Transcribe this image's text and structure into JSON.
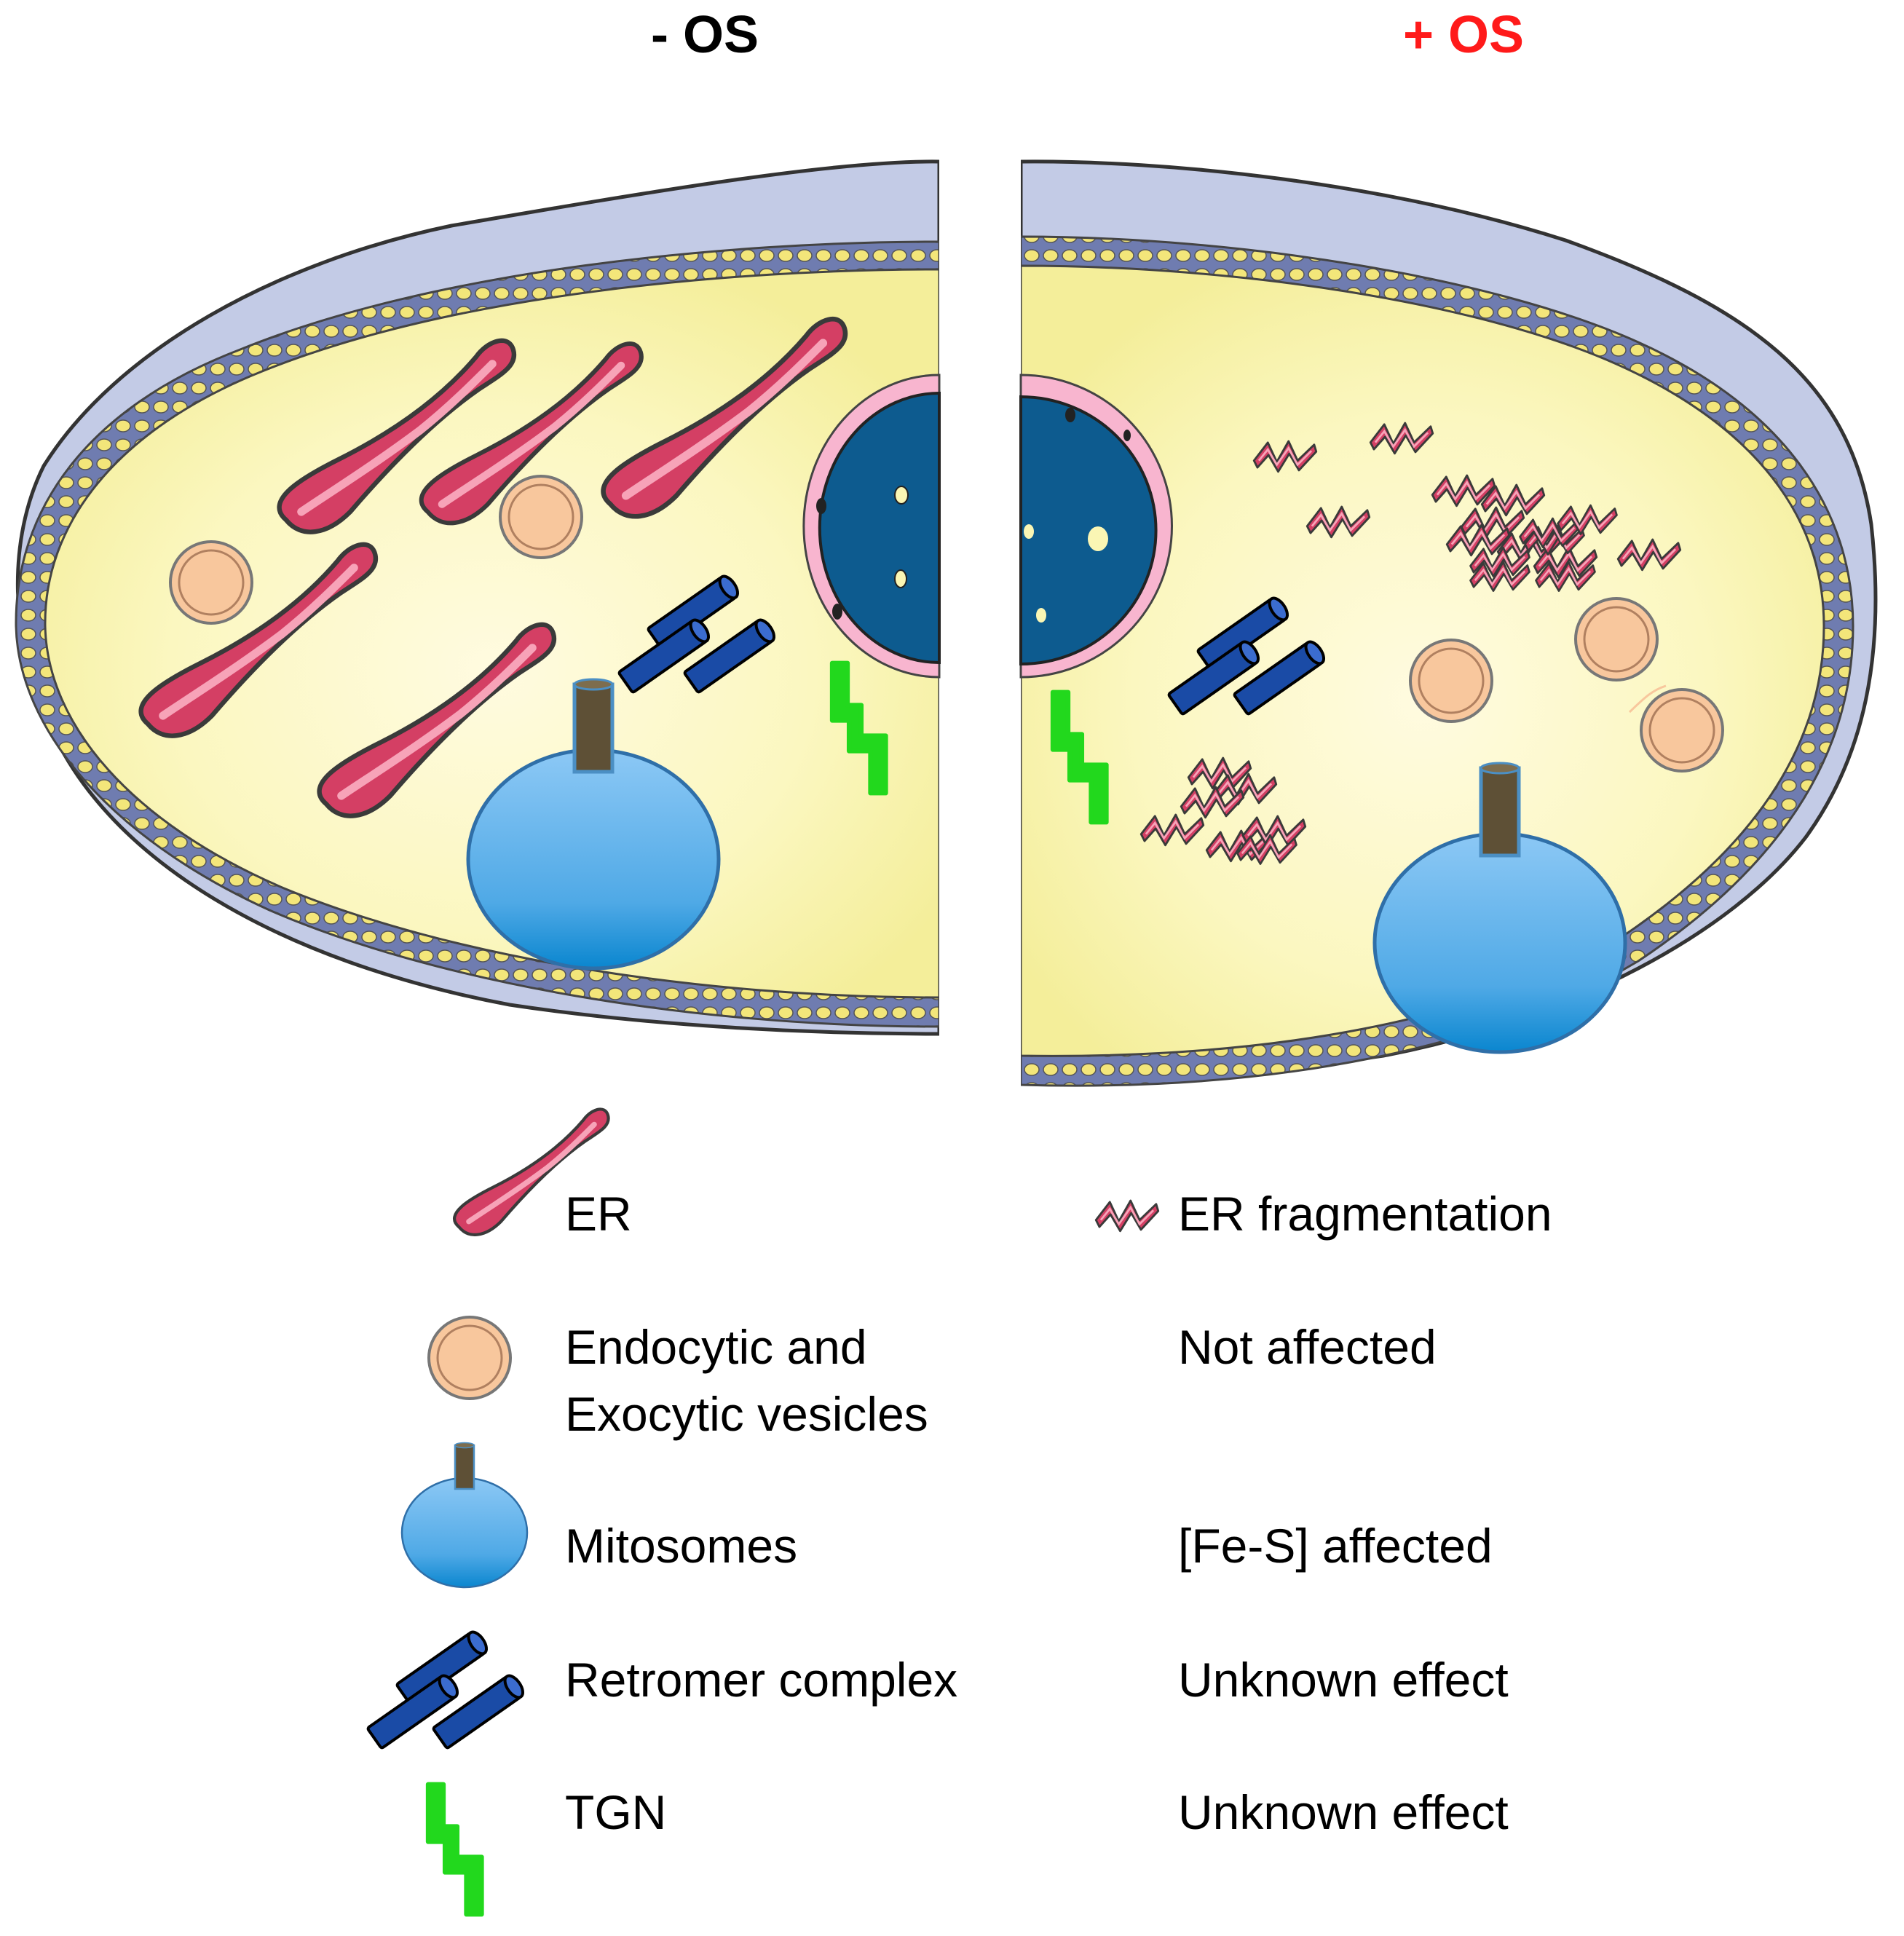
{
  "headers": {
    "minus_os": "- OS",
    "plus_os": "+ OS"
  },
  "colors": {
    "minus_os": "#000000",
    "plus_os": "#ff1a1a",
    "cytoplasm": "#faf6b4",
    "cell_wall": "#c3cbe6",
    "membrane": "#6f7cb0",
    "membrane_bead": "#f3e67a",
    "nucleus": "#0d5b8f",
    "nuclear_envelope": "#f8b5cf",
    "er": "#d43f64",
    "vesicle": "#f8c79d",
    "mitosome": "#4fa9e6",
    "mitosome_stalk": "#5e5036",
    "retromer": "#1a4ba6",
    "tgn": "#22d81d"
  },
  "legend": [
    {
      "icon": "er-icon",
      "name": [
        "ER"
      ],
      "effect": [
        "ER fragmentation"
      ]
    },
    {
      "icon": "vesicle-icon",
      "name": [
        "Endocytic and",
        "Exocytic vesicles"
      ],
      "effect": [
        "Not affected"
      ]
    },
    {
      "icon": "mitosome-icon",
      "name": [
        "Mitosomes"
      ],
      "effect": [
        "[Fe-S] affected"
      ]
    },
    {
      "icon": "retromer-icon",
      "name": [
        "Retromer complex"
      ],
      "effect": [
        "Unknown effect"
      ]
    },
    {
      "icon": "tgn-icon",
      "name": [
        "TGN"
      ],
      "effect": [
        "Unknown effect"
      ]
    }
  ]
}
